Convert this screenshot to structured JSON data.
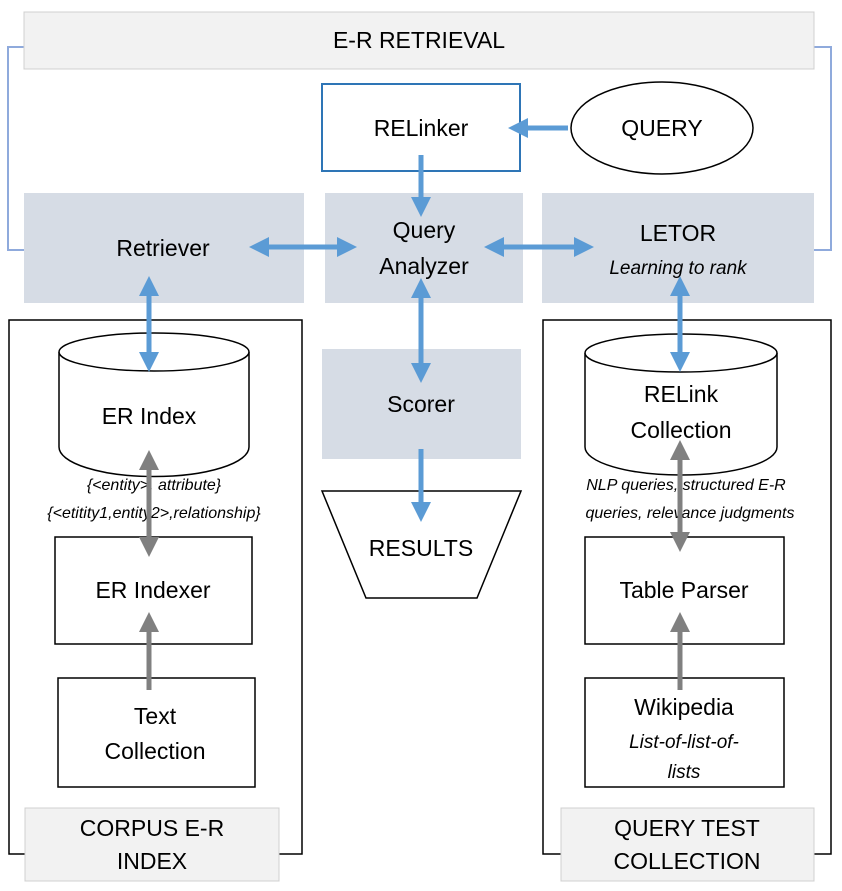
{
  "title": "E-R RETRIEVAL",
  "nodes": {
    "relinker": "RELinker",
    "query": "QUERY",
    "retriever": "Retriever",
    "query_analyzer": [
      "Query",
      "Analyzer"
    ],
    "letor": "LETOR",
    "letor_sub": "Learning to rank",
    "scorer": "Scorer",
    "results": "RESULTS",
    "er_index": "ER Index",
    "er_indexer": "ER Indexer",
    "text_collection": [
      "Text",
      "Collection"
    ],
    "relink_collection": [
      "RELink",
      "Collection"
    ],
    "table_parser": "Table Parser",
    "wikipedia": "Wikipedia",
    "wikipedia_sub": [
      "List-of-list-of-",
      "lists"
    ]
  },
  "annotations": {
    "er_index_1": "{<entity>, attribute}",
    "er_index_2": "{<etitity1,entity2>,relationship}",
    "relink_1": "NLP queries, structured E-R",
    "relink_2": "queries, relevance judgments"
  },
  "groups": {
    "corpus": [
      "CORPUS E-R",
      "INDEX"
    ],
    "query_test": [
      "QUERY TEST",
      "COLLECTION"
    ]
  },
  "colors": {
    "panel_fill": "#d6dce5",
    "title_fill": "#f2f2f2",
    "blue_arrow": "#5b9bd5",
    "gray_arrow": "#808080",
    "relinker_border": "#2e75b6",
    "bracket": "#8faadc"
  }
}
